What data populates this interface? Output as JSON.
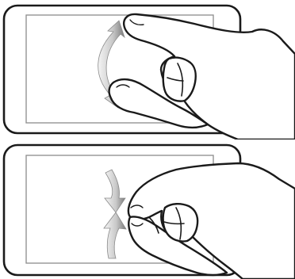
{
  "diagram": {
    "panels": [
      {
        "id": "spread",
        "gesture": "pinch-open",
        "arrow_direction": "outward",
        "colors": {
          "arrow_light": "#f4f4f4",
          "arrow_dark": "#7a7a7a",
          "outline": "#1a1a1a",
          "fill": "#ffffff",
          "screen_border": "#8c8c8c"
        }
      },
      {
        "id": "pinch",
        "gesture": "pinch-close",
        "arrow_direction": "inward",
        "colors": {
          "arrow_light": "#f4f4f4",
          "arrow_dark": "#7a7a7a",
          "outline": "#1a1a1a",
          "fill": "#ffffff",
          "screen_border": "#8c8c8c"
        }
      }
    ]
  }
}
